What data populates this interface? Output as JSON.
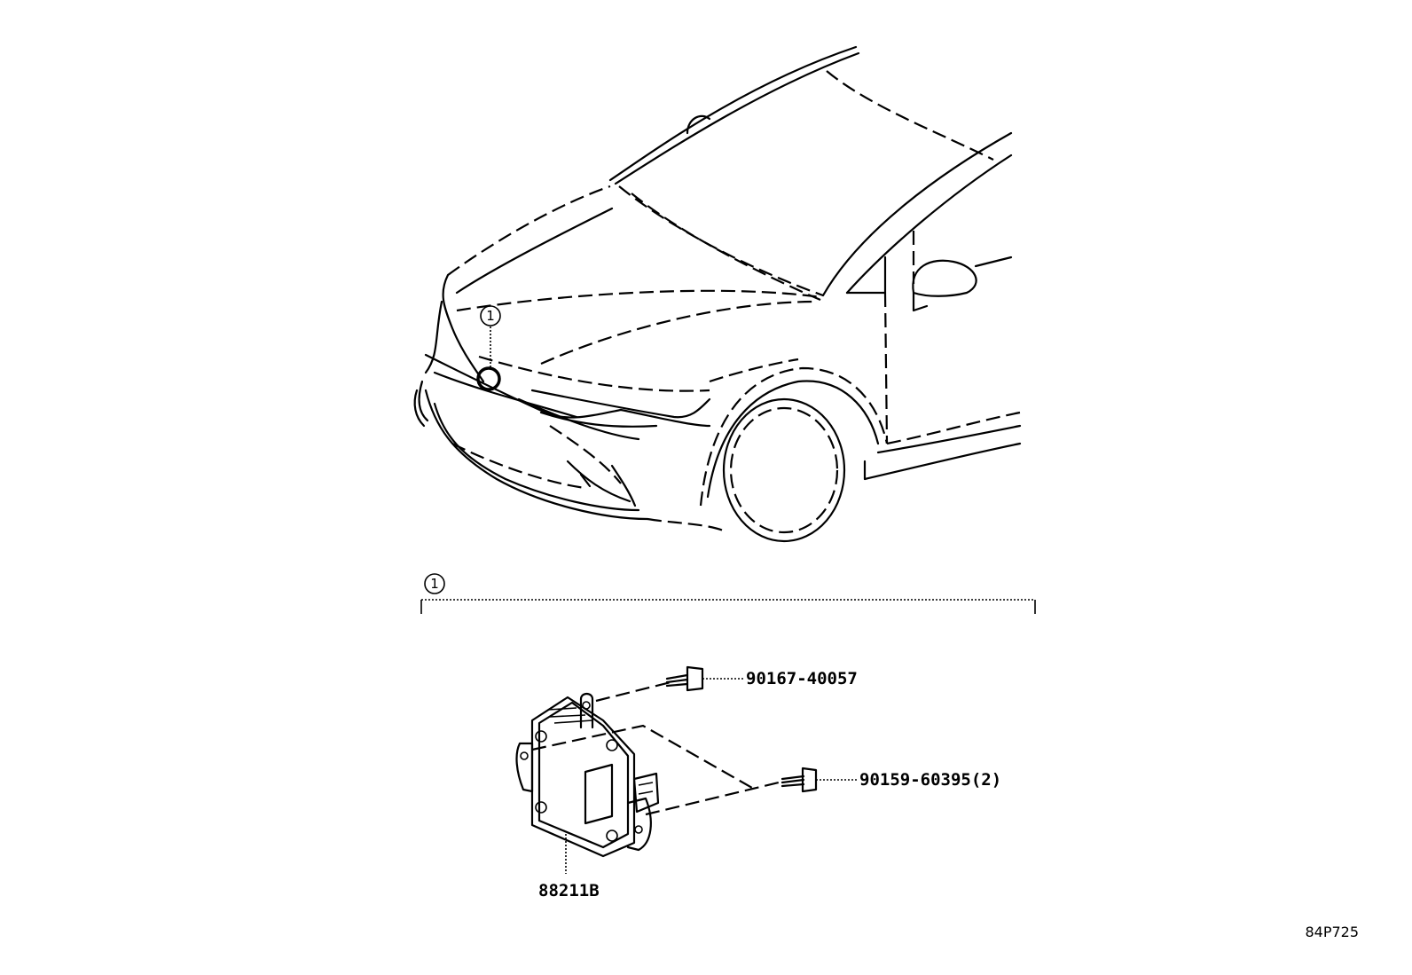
{
  "callout": "1",
  "parts": [
    {
      "id": "bolt-top",
      "number": "90167-40057"
    },
    {
      "id": "bolt-right",
      "number": "90159-60395(2)"
    },
    {
      "id": "module",
      "number": "88211B"
    }
  ],
  "figure_ref": "84P725"
}
